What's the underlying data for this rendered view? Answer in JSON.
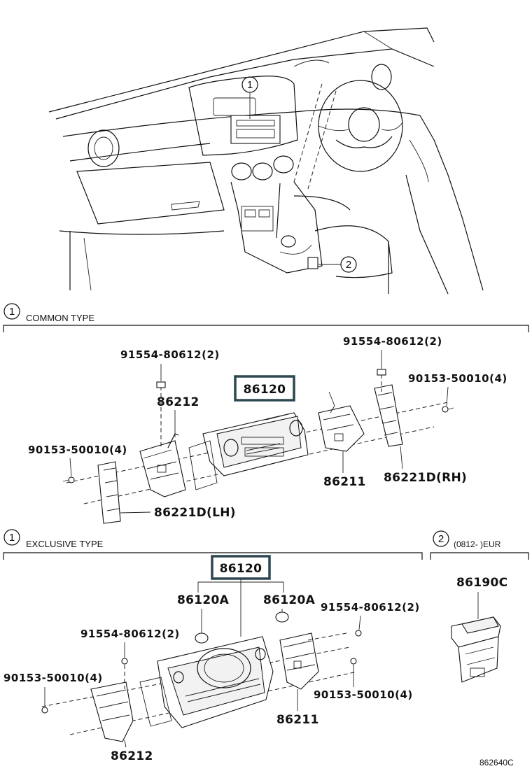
{
  "sections": {
    "common": {
      "index": "1",
      "title": "COMMON TYPE"
    },
    "exclusive": {
      "index": "1",
      "title": "EXCLUSIVE TYPE"
    },
    "europe": {
      "index": "2",
      "title": "(0812-      )EUR"
    }
  },
  "overview": {
    "callout_1": "1",
    "callout_2": "2"
  },
  "common_labels": {
    "screw_left": "91554-80612(2)",
    "screw_right": "91554-80612(2)",
    "bolt_right": "90153-50010(4)",
    "bolt_left": "90153-50010(4)",
    "main_unit": "86120",
    "bracket_left": "86212",
    "bracket_right": "86211",
    "panel_rh": "86221D(RH)",
    "panel_lh": "86221D(LH)"
  },
  "exclusive_labels": {
    "main_unit": "86120",
    "sub_left": "86120A",
    "sub_right": "86120A",
    "screw_right": "91554-80612(2)",
    "screw_left": "91554-80612(2)",
    "bolt_left": "90153-50010(4)",
    "bolt_right": "90153-50010(4)",
    "bracket_right": "86211",
    "bracket_left": "86212"
  },
  "europe_labels": {
    "part": "86190C"
  },
  "figure_code": "862640C"
}
